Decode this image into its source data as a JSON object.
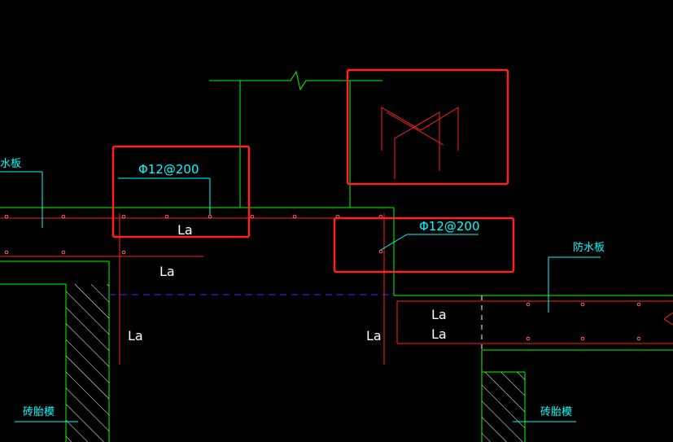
{
  "colors": {
    "background": "#000000",
    "concrete_outline": "#00ff00",
    "rebar": "#ff0000",
    "dimension": "#ffffff",
    "leader": "#00ffff",
    "hidden_line": "#0000ff",
    "highlight_box": "#ff2020",
    "hatch": "#ffffff"
  },
  "annotations": {
    "rebar_left": "Φ12@200",
    "rebar_right": "Φ12@200",
    "board_left": "水板",
    "board_right": "防水板",
    "brick_left": "砖胎模",
    "brick_right": "砖胎模",
    "la": "La"
  }
}
